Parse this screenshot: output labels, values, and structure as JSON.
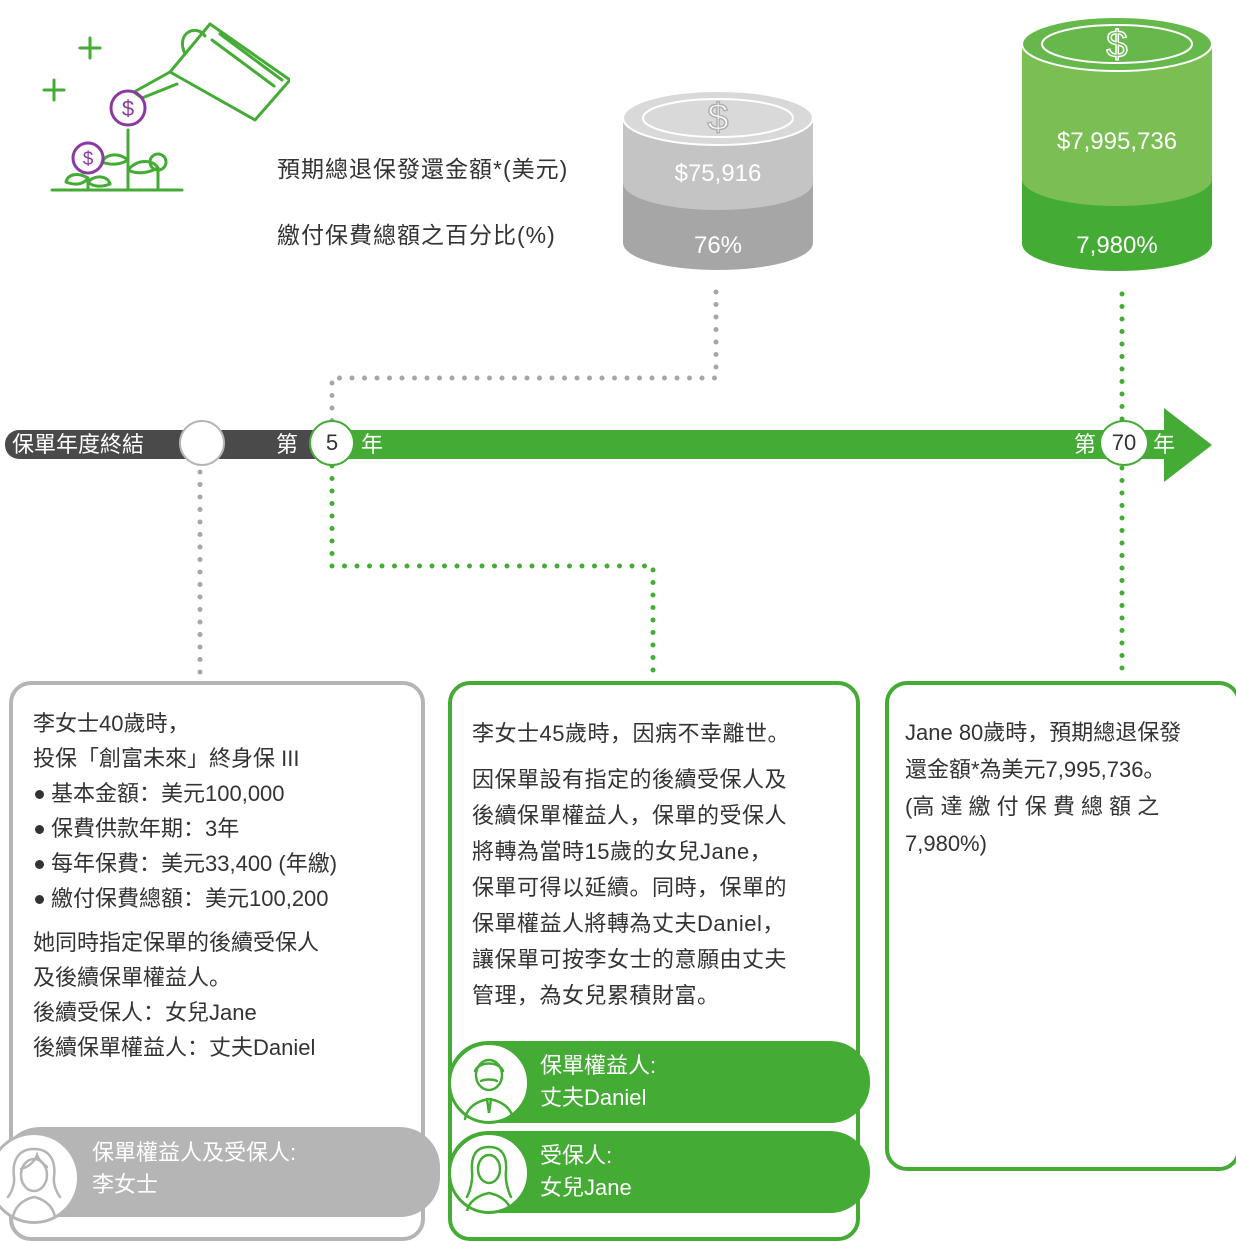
{
  "legend": {
    "amount_label": "預期總退保發還金額*(美元)",
    "percent_label": "繳付保費總額之百分比(%)"
  },
  "coins": {
    "year5": {
      "amount": "$75,916",
      "percent": "76%"
    },
    "year70": {
      "amount": "$7,995,736",
      "percent": "7,980%"
    }
  },
  "timeline": {
    "start_label": "保單年度終結",
    "marker1": {
      "prefix": "第",
      "year": "5",
      "suffix": "年"
    },
    "marker2": {
      "prefix": "第",
      "year": "70",
      "suffix": "年"
    }
  },
  "card1": {
    "line1": "李女士40歲時，",
    "line2": "投保「創富未來」終身保 III",
    "bullets": [
      "基本金額：美元100,000",
      "保費供款年期：3年",
      "每年保費：美元33,400 (年繳)",
      "繳付保費總額：美元100,200"
    ],
    "para2_line1": "她同時指定保單的後續受保人",
    "para2_line2": "及後續保單權益人。",
    "line_insured": "後續受保人：女兒Jane",
    "line_owner": "後續保單權益人：丈夫Daniel",
    "pill": {
      "line1": "保單權益人及受保人:",
      "line2": "李女士"
    }
  },
  "card2": {
    "line1": "李女士45歲時，因病不幸離世。",
    "para": [
      "因保單設有指定的後續受保人及",
      "後續保單權益人，保單的受保人",
      "將轉為當時15歲的女兒Jane，",
      "保單可得以延續。同時，保單的",
      "保單權益人將轉為丈夫Daniel，",
      "讓保單可按李女士的意願由丈夫",
      "管理，為女兒累積財富。"
    ],
    "pill_owner": {
      "line1": "保單權益人:",
      "line2": "丈夫Daniel"
    },
    "pill_insured": {
      "line1": "受保人:",
      "line2": "女兒Jane"
    }
  },
  "card3": {
    "lines": [
      "Jane  80歲時，預期總退保發",
      "還金額*為美元7,995,736。",
      "(高 達 繳 付 保 費 總 額 之",
      "7,980%)"
    ]
  },
  "colors": {
    "green": "#44ab35",
    "light_green": "#7bbf54",
    "dark": "#4a4a4a",
    "gray": "#a6a6a6",
    "light_gray": "#c4c4c4",
    "card_gray": "#b5b5b5"
  }
}
